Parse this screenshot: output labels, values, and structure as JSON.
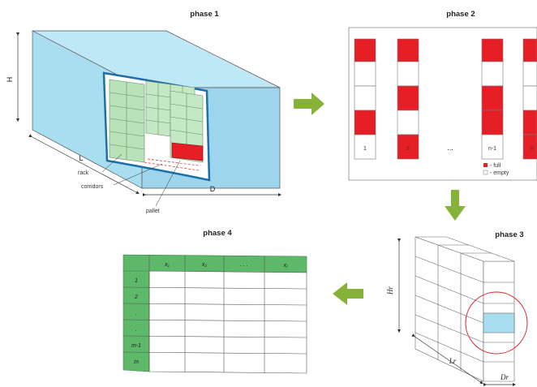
{
  "phase1": {
    "title": "phase 1",
    "dim_h": "H",
    "dim_l": "L",
    "dim_d": "D",
    "callout_rack": "rack",
    "callout_corridors": "corridors",
    "callout_pallet": "pallet"
  },
  "phase2": {
    "title": "phase 2",
    "rack_labels": [
      "1",
      "2",
      "...",
      "n-1",
      "n"
    ],
    "legend_full": "- full",
    "legend_empty": "- empty"
  },
  "phase3": {
    "title": "phase 3",
    "dim_hr": "Hr",
    "dim_lr": "Lr",
    "dim_dr": "Dr"
  },
  "phase4": {
    "title": "phase 4",
    "col_headers": [
      "x₁",
      "x₂",
      ". . .",
      "xⱼ"
    ],
    "row_headers": [
      "1",
      "2",
      ".",
      ".",
      "m-1",
      "m"
    ]
  },
  "colors": {
    "warehouse_blue": "#a8def0",
    "rack_green": "#c4e8c4",
    "full_red": "#e61e26",
    "arrow_green": "#86b23a",
    "table_green": "#5eb86a"
  }
}
